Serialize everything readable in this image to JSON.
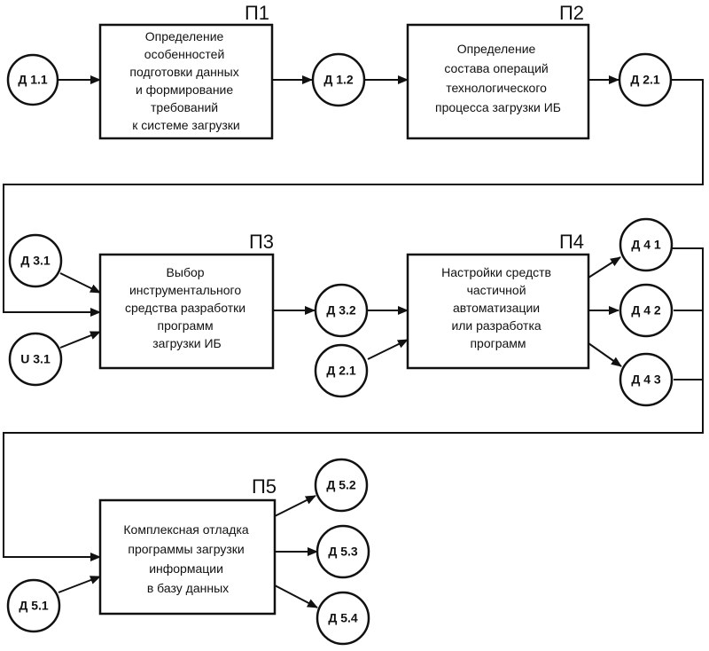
{
  "processes": [
    {
      "id": "p1",
      "tag": "П1",
      "lines": [
        "Определение",
        "особенностей",
        "подготовки данных",
        "и формирование",
        "требований",
        "к системе загрузки"
      ]
    },
    {
      "id": "p2",
      "tag": "П2",
      "lines": [
        "Определение",
        "состава операций",
        "технологического",
        "процесса загрузки ИБ"
      ]
    },
    {
      "id": "p3",
      "tag": "П3",
      "lines": [
        "Выбор",
        "инструментального",
        "средства разработки",
        "программ",
        "загрузки ИБ"
      ]
    },
    {
      "id": "p4",
      "tag": "П4",
      "lines": [
        "Настройки средств",
        "частичной",
        "автоматизации",
        "или разработка",
        "программ"
      ]
    },
    {
      "id": "p5",
      "tag": "П5",
      "lines": [
        "Комплексная отладка",
        "программы загрузки",
        "информации",
        "в базу данных"
      ]
    }
  ],
  "nodes": [
    {
      "id": "d11",
      "label": "Д 1.1"
    },
    {
      "id": "d12",
      "label": "Д 1.2"
    },
    {
      "id": "d21a",
      "label": "Д 2.1"
    },
    {
      "id": "d31",
      "label": "Д 3.1"
    },
    {
      "id": "u31",
      "label": "U 3.1"
    },
    {
      "id": "d32",
      "label": "Д 3.2"
    },
    {
      "id": "d21b",
      "label": "Д 2.1"
    },
    {
      "id": "d41",
      "label": "Д 4 1"
    },
    {
      "id": "d42",
      "label": "Д 4 2"
    },
    {
      "id": "d43",
      "label": "Д 4 3"
    },
    {
      "id": "d51",
      "label": "Д 5.1"
    },
    {
      "id": "d52",
      "label": "Д 5.2"
    },
    {
      "id": "d53",
      "label": "Д 5.3"
    },
    {
      "id": "d54",
      "label": "Д 5.4"
    }
  ]
}
